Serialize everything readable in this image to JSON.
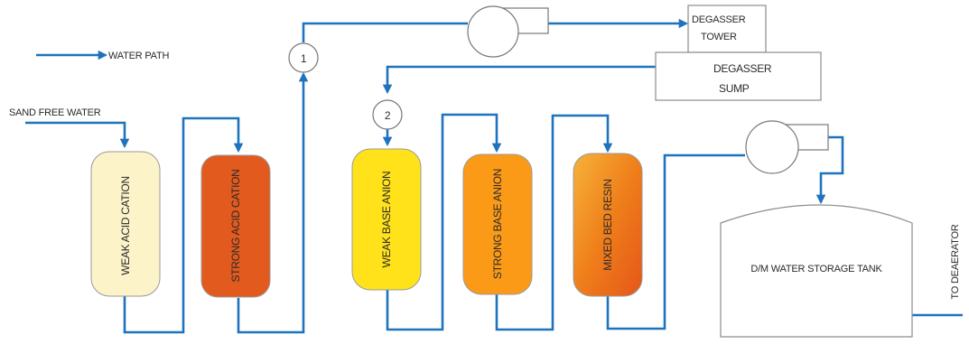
{
  "legend": {
    "label": "WATER PATH"
  },
  "inlet": {
    "label": "SAND FREE WATER"
  },
  "outlet": {
    "label": "TO DEAERATOR"
  },
  "points": [
    {
      "label": "1"
    },
    {
      "label": "2"
    }
  ],
  "vessels": [
    {
      "label": "WEAK ACID CATION",
      "color": "#fdf3c8"
    },
    {
      "label": "STRONG ACID CATION",
      "color": "#e35a1e"
    },
    {
      "label": "WEAK BASE ANION",
      "color": "#ffe21a"
    },
    {
      "label": "STRONG BASE ANION",
      "color": "#fb9a16"
    },
    {
      "label": "MIXED BED RESIN",
      "color": "#f28a1c"
    }
  ],
  "degasser": {
    "tower": [
      "DEGASSER",
      "TOWER"
    ],
    "sump": [
      "DEGASSER",
      "SUMP"
    ]
  },
  "tank": {
    "label": "D/M WATER STORAGE TANK"
  },
  "colors": {
    "pipe": "#1e73be"
  }
}
